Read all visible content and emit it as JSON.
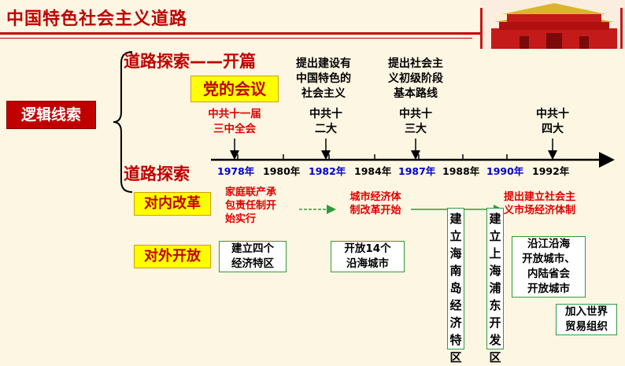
{
  "title": "中国特色社会主义道路",
  "logic": "逻辑线索",
  "section1": "道路探索——开篇",
  "section2": "道路探索",
  "party_meeting": "党的会议",
  "domestic_reform": "对内改革",
  "opening_up": "对外开放",
  "meetings": [
    {
      "label": "中共十一届",
      "label2": "三中全会"
    },
    {
      "label": "中共十",
      "label2": "二大"
    },
    {
      "label": "中共十",
      "label2": "三大"
    },
    {
      "label": "中共十",
      "label2": "四大"
    }
  ],
  "top_notes": [
    {
      "l1": "提出建设有",
      "l2": "中国特色的",
      "l3": "社会主义"
    },
    {
      "l1": "提出社会主",
      "l2": "义初级阶段",
      "l3": "基本路线"
    }
  ],
  "years": [
    "1978年",
    "1980年",
    "1982年",
    "1984年",
    "1987年",
    "1988年",
    "1990年",
    "1992年"
  ],
  "reform": [
    {
      "l1": "家庭联产承",
      "l2": "包责任制开",
      "l3": "始实行"
    },
    {
      "l1": "城市经济体",
      "l2": "制改革开始"
    },
    {
      "l1": "提出建立社会主",
      "l2": "义市场经济体制"
    }
  ],
  "opening": {
    "sez": {
      "l1": "建立四个",
      "l2": "经济特区"
    },
    "coastal": {
      "l1": "开放14个",
      "l2": "沿海城市"
    },
    "hainan": "建立海南岛经济特区",
    "pudong": "建立上海浦东开发区",
    "riverside": {
      "l1": "沿江沿海",
      "l2": "开放城市、",
      "l3": "内陆省会",
      "l4": "开放城市"
    },
    "wto": {
      "l1": "加入世界",
      "l2": "贸易组织"
    }
  },
  "colors": {
    "red": "#c00000",
    "yellow": "#ffff00",
    "green": "#2e9a3e",
    "blue": "#0000cc"
  }
}
